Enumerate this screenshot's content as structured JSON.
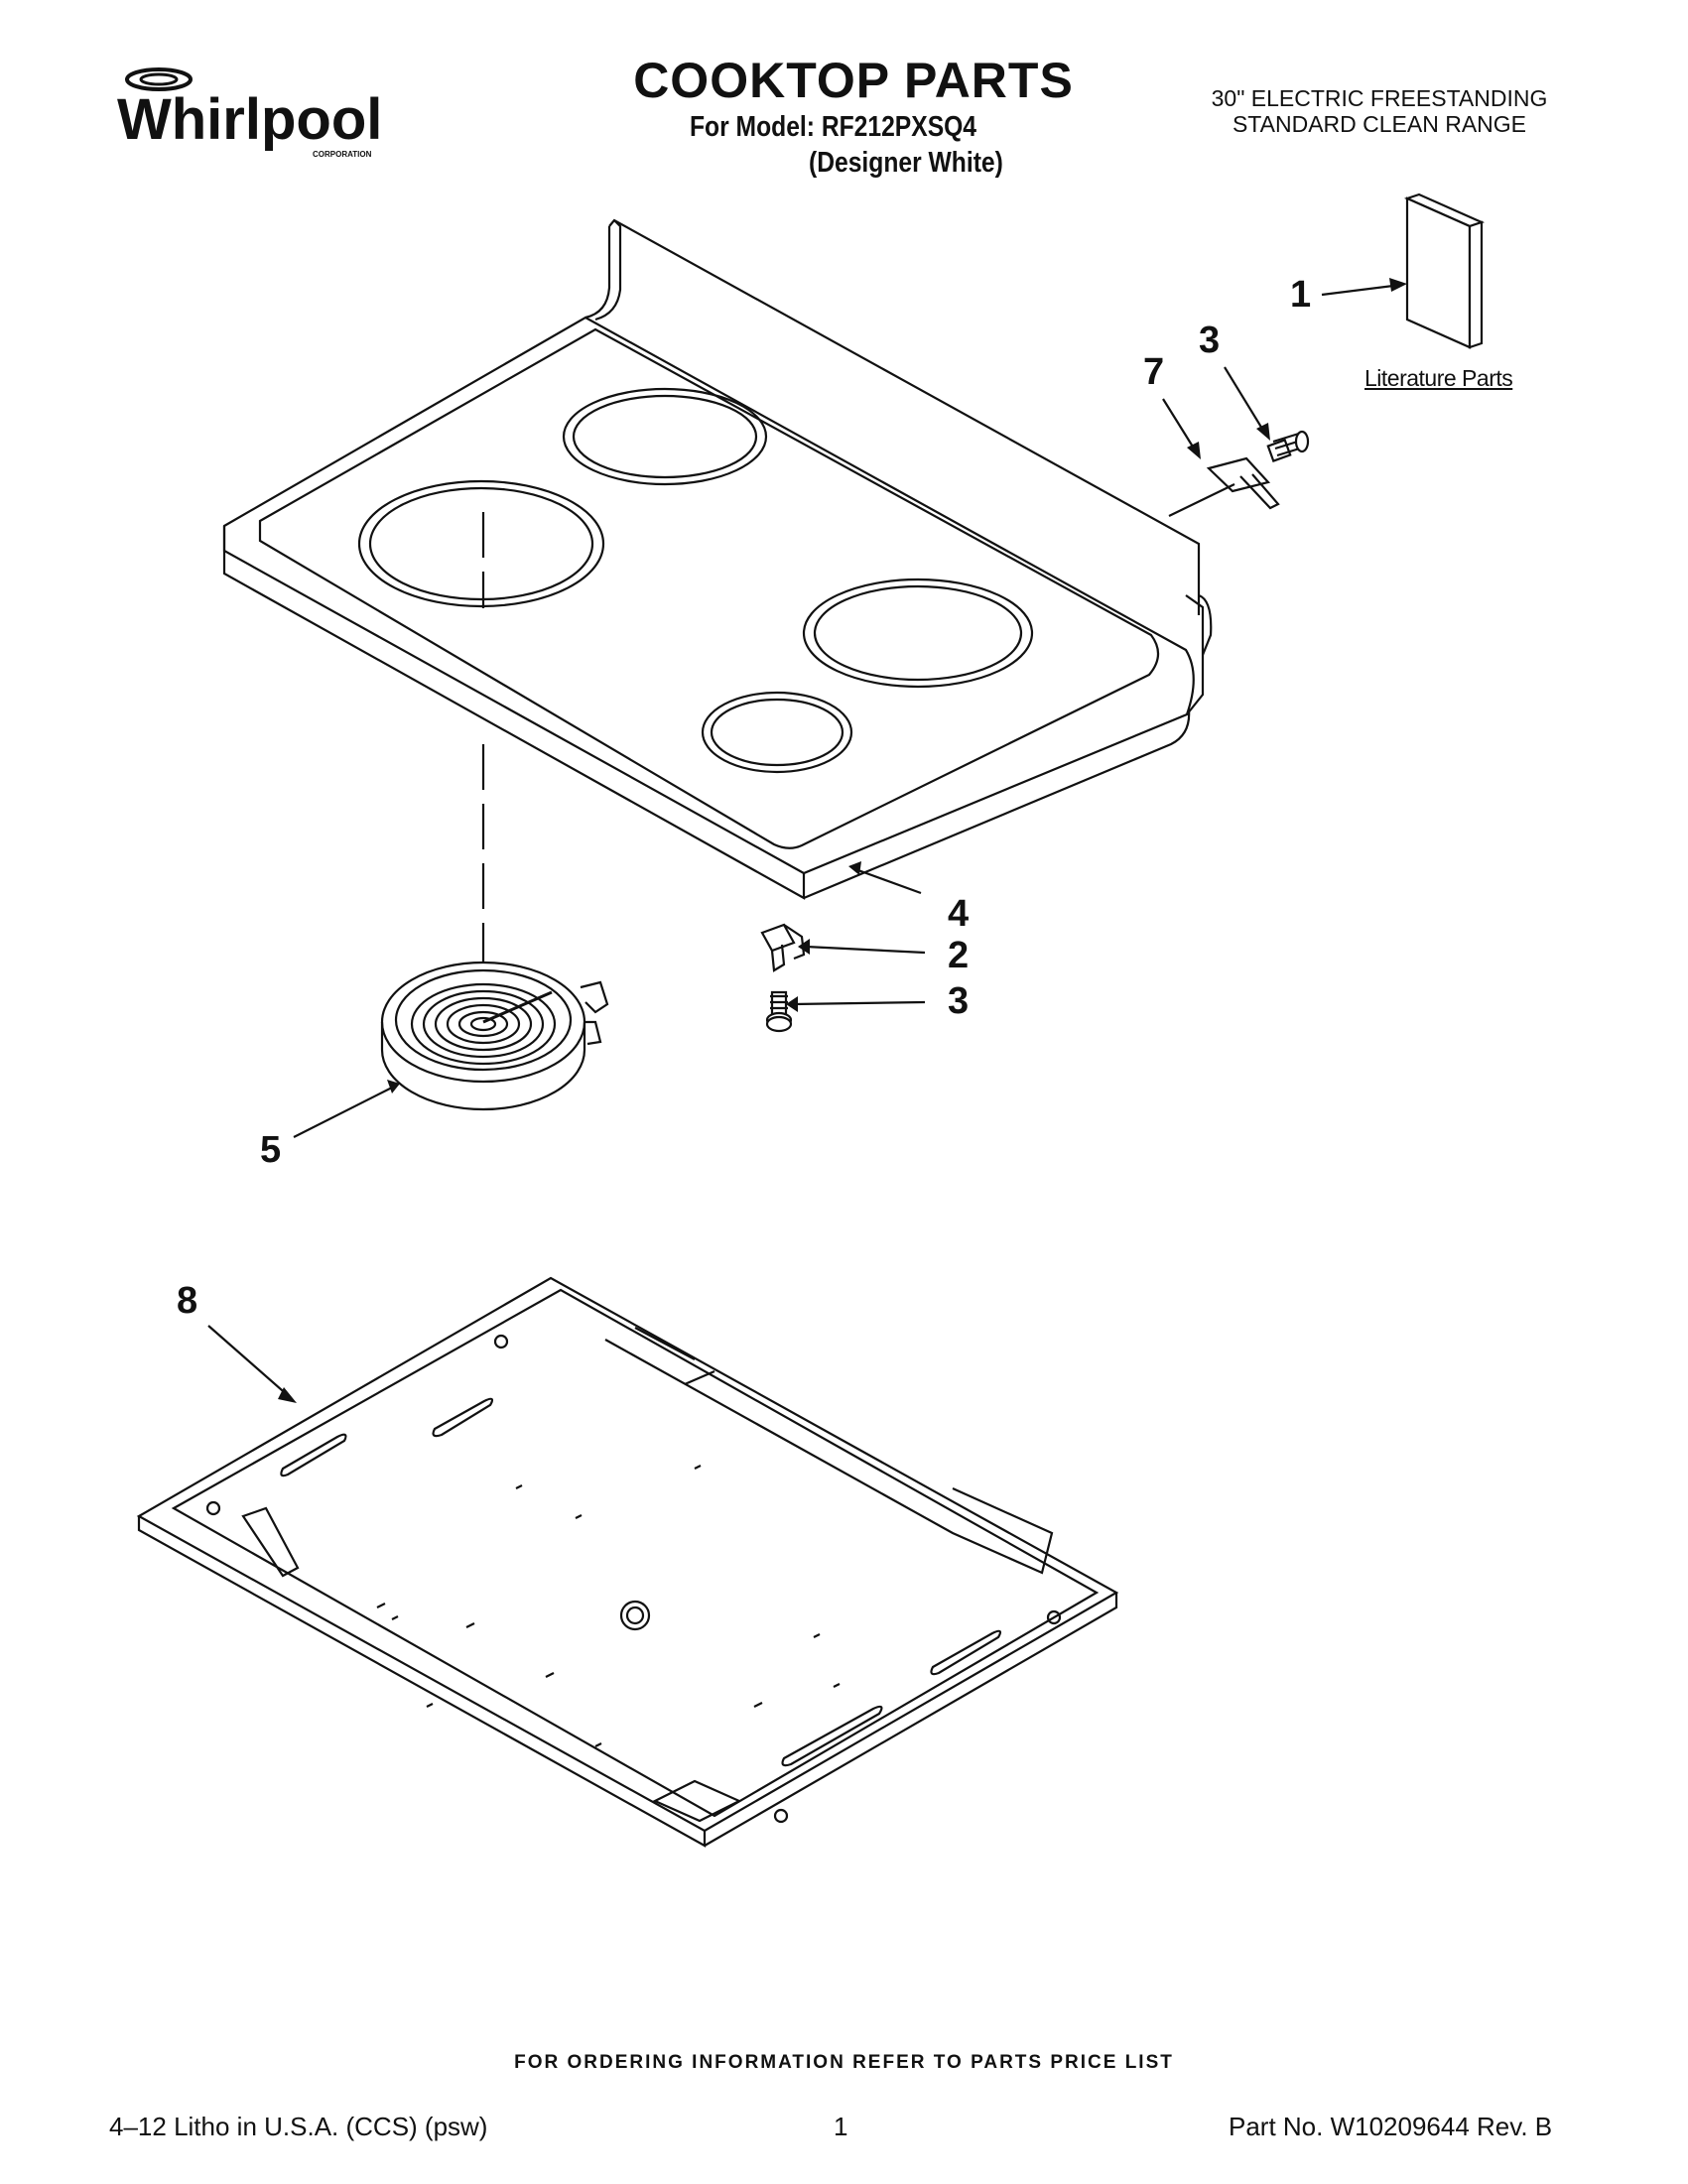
{
  "header": {
    "brand": "Whirlpool",
    "brand_sub": "CORPORATION",
    "title": "COOKTOP PARTS",
    "model_line": "For Model: RF212PXSQ4",
    "color_line": "(Designer White)",
    "range_line1": "30\" ELECTRIC FREESTANDING",
    "range_line2": "STANDARD CLEAN RANGE"
  },
  "diagram": {
    "literature_label": "Literature Parts",
    "callouts": {
      "c1": "1",
      "c3a": "3",
      "c7": "7",
      "c4": "4",
      "c2": "2",
      "c3b": "3",
      "c5": "5",
      "c8": "8"
    }
  },
  "footer": {
    "ordering": "FOR ORDERING INFORMATION REFER TO PARTS PRICE LIST",
    "litho": "4–12 Litho in U.S.A. (CCS) (psw)",
    "page": "1",
    "part_no": "Part No. W10209644 Rev. B"
  },
  "colors": {
    "ink": "#111111",
    "paper": "#ffffff"
  }
}
